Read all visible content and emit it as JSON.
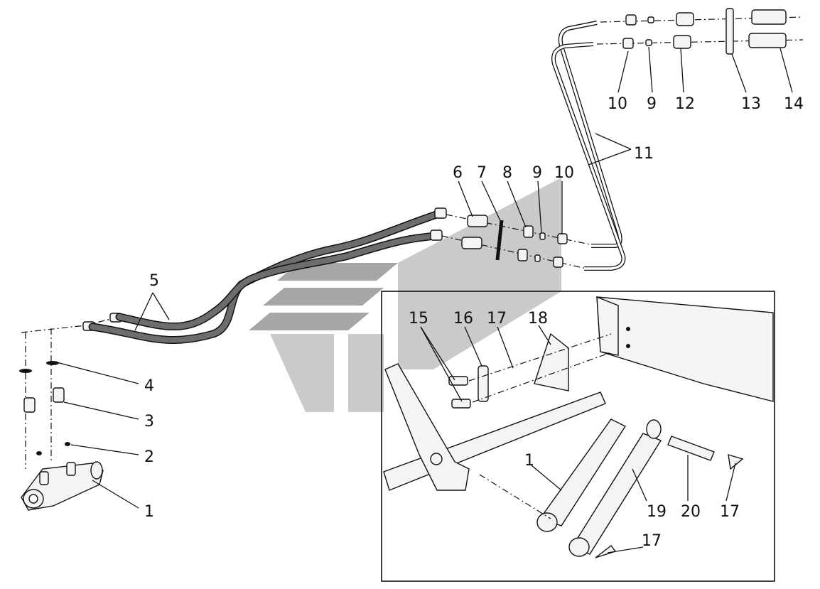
{
  "diagram": {
    "type": "exploded-assembly",
    "labels": {
      "l1": "1",
      "l2": "2",
      "l3": "3",
      "l4": "4",
      "l5": "5",
      "l6": "6",
      "l7": "7",
      "l8": "8",
      "l9a": "9",
      "l10a": "10",
      "l11": "11",
      "l10b": "10",
      "l9b": "9",
      "l12": "12",
      "l13": "13",
      "l14": "14",
      "l15": "15",
      "l16": "16",
      "l17a": "17",
      "l18": "18",
      "l1b": "1",
      "l19": "19",
      "l20": "20",
      "l17b": "17",
      "l17c": "17"
    },
    "colors": {
      "hose": "#6b6e6c",
      "outline": "#111111",
      "part_fill": "#f4f4f4",
      "watermark": "#8e9190"
    }
  }
}
